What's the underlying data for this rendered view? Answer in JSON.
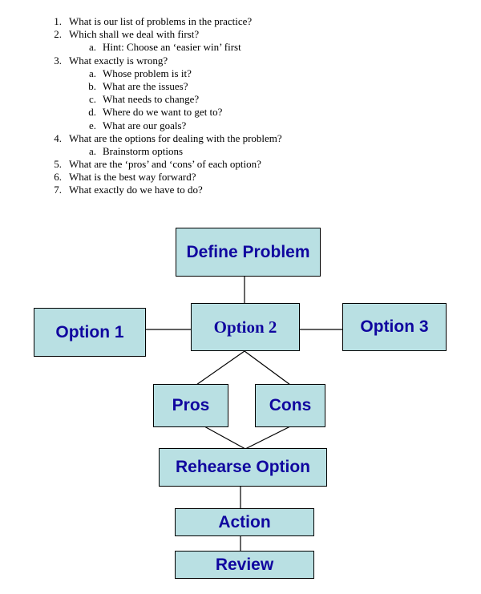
{
  "questions": [
    {
      "num": "1.",
      "text": "What is our list of problems in the practice?",
      "subs": []
    },
    {
      "num": "2.",
      "text": "Which shall we deal with first?",
      "subs": [
        {
          "letter": "a.",
          "text": "Hint: Choose an ‘easier win’ first"
        }
      ]
    },
    {
      "num": "3.",
      "text": "What exactly is wrong?",
      "subs": [
        {
          "letter": "a.",
          "text": "Whose problem is it?"
        },
        {
          "letter": "b.",
          "text": "What are the issues?"
        },
        {
          "letter": "c.",
          "text": "What needs to change?"
        },
        {
          "letter": "d.",
          "text": "Where do we want to get to?"
        },
        {
          "letter": "e.",
          "text": "What are our goals?"
        }
      ]
    },
    {
      "num": "4.",
      "text": "What are the options for dealing with the problem?",
      "subs": [
        {
          "letter": "a.",
          "text": "Brainstorm options"
        }
      ]
    },
    {
      "num": "5.",
      "text": "What are the ‘pros’ and ‘cons’ of each option?",
      "subs": []
    },
    {
      "num": "6.",
      "text": "What is the best way forward?",
      "subs": []
    },
    {
      "num": "7.",
      "text": "What exactly do we have to do?",
      "subs": []
    }
  ],
  "diagram": {
    "define_problem": "Define Problem",
    "option_1": "Option 1",
    "option_2": "Option 2",
    "option_3": "Option 3",
    "pros": "Pros",
    "cons": "Cons",
    "rehearse_option": "Rehearse Option",
    "action": "Action",
    "review": "Review",
    "box_color": "#b9e0e3",
    "text_color": "#10069f"
  }
}
